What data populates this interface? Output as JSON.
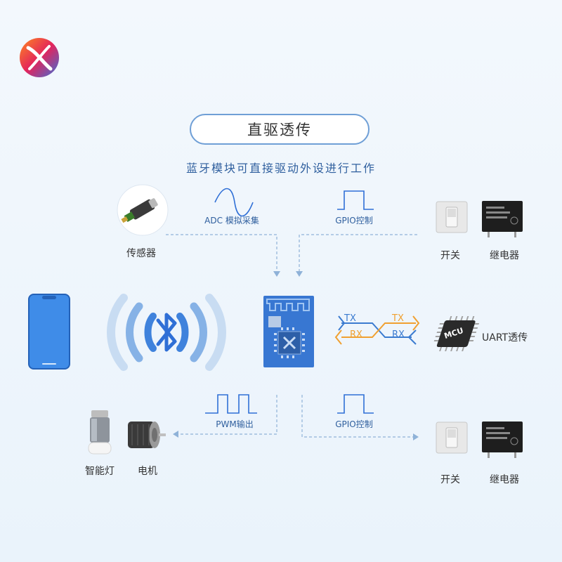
{
  "title": "直驱透传",
  "subtitle": "蓝牙模块可直接驱动外设进行工作",
  "top": {
    "sensor_label": "传感器",
    "adc_label": "ADC 模拟采集",
    "gpio_label": "GPIO控制",
    "switch_label": "开关",
    "relay_label": "继电器"
  },
  "middle": {
    "tx_left": "TX",
    "rx_left": "RX",
    "tx_right": "TX",
    "rx_right": "RX",
    "mcu_text": "MCU",
    "uart_label": "UART透传"
  },
  "bottom": {
    "pwm_label": "PWM输出",
    "gpio_label": "GPIO控制",
    "smart_light_label": "智能灯",
    "motor_label": "电机",
    "switch_label": "开关",
    "relay_label": "继电器"
  },
  "colors": {
    "accent_blue": "#2f6fd6",
    "line_blue": "#7aa6d6",
    "tx_blue": "#3b7bd0",
    "rx_orange": "#f0a030"
  },
  "icons": [
    "brand-logo",
    "sensor-icon",
    "switch-icon",
    "relay-icon",
    "phone-icon",
    "bluetooth-icon",
    "module-icon",
    "mcu-chip-icon",
    "smart-light-icon",
    "motor-icon"
  ]
}
